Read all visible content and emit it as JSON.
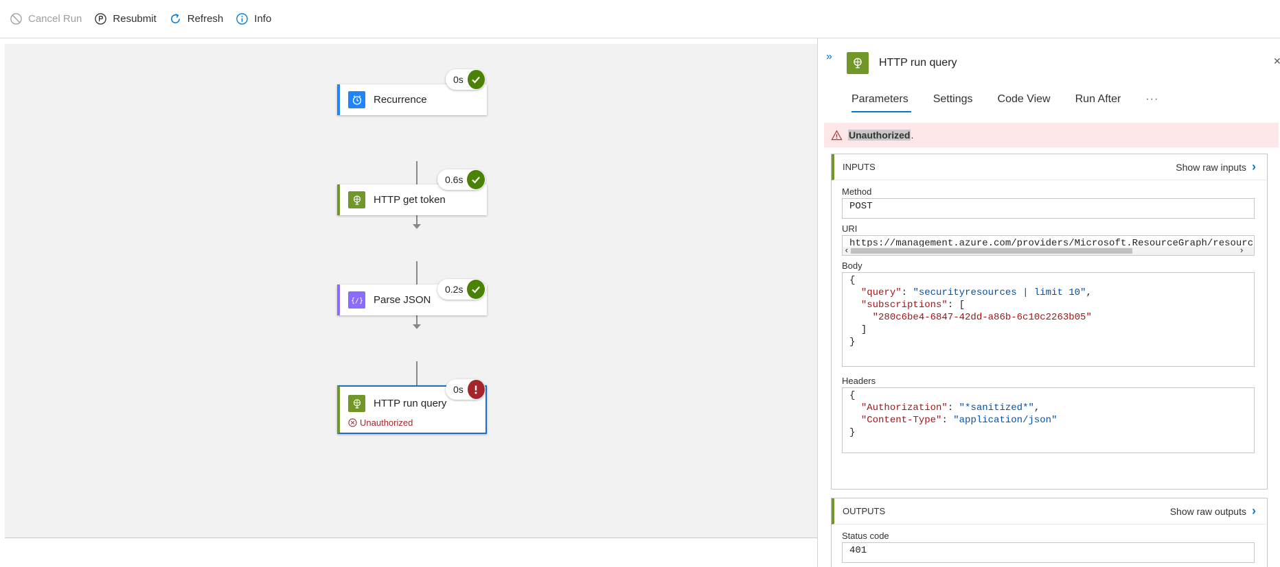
{
  "toolbar": {
    "cancel_run": "Cancel Run",
    "resubmit": "Resubmit",
    "refresh": "Refresh",
    "info": "Info"
  },
  "nodes": [
    {
      "label": "Recurrence",
      "duration": "0s",
      "status": "success",
      "icon": "recurrence-icon"
    },
    {
      "label": "HTTP get token",
      "duration": "0.6s",
      "status": "success",
      "icon": "http-icon"
    },
    {
      "label": "Parse JSON",
      "duration": "0.2s",
      "status": "success",
      "icon": "parse-json-icon"
    },
    {
      "label": "HTTP run query",
      "duration": "0s",
      "status": "failed",
      "icon": "http-icon",
      "error": "Unauthorized"
    }
  ],
  "panel": {
    "title": "HTTP run query",
    "tabs": [
      "Parameters",
      "Settings",
      "Code View",
      "Run After"
    ],
    "more": "···",
    "error_message": "Unauthorized",
    "error_suffix": ".",
    "inputs": {
      "heading": "INPUTS",
      "raw_link": "Show raw inputs",
      "method_label": "Method",
      "method": "POST",
      "uri_label": "URI",
      "uri": "https://management.azure.com/providers/Microsoft.ResourceGraph/resourc",
      "body_label": "Body",
      "body": {
        "query_key": "\"query\"",
        "query_val": "\"securityresources | limit 10\"",
        "subs_key": "\"subscriptions\"",
        "sub_val": "\"280c6be4-6847-42dd-a86b-6c10c2263b05\""
      },
      "headers_label": "Headers",
      "headers": {
        "auth_key": "\"Authorization\"",
        "auth_val": "\"*sanitized*\"",
        "ct_key": "\"Content-Type\"",
        "ct_val": "\"application/json\""
      }
    },
    "outputs": {
      "heading": "OUTPUTS",
      "raw_link": "Show raw outputs",
      "status_label": "Status code",
      "status_code": "401"
    }
  },
  "colors": {
    "accent": "#0078d4",
    "success": "#498205",
    "error": "#a4262c",
    "http": "#709727",
    "recurrence": "#1f85ff",
    "parse_json": "#8c6cff"
  }
}
